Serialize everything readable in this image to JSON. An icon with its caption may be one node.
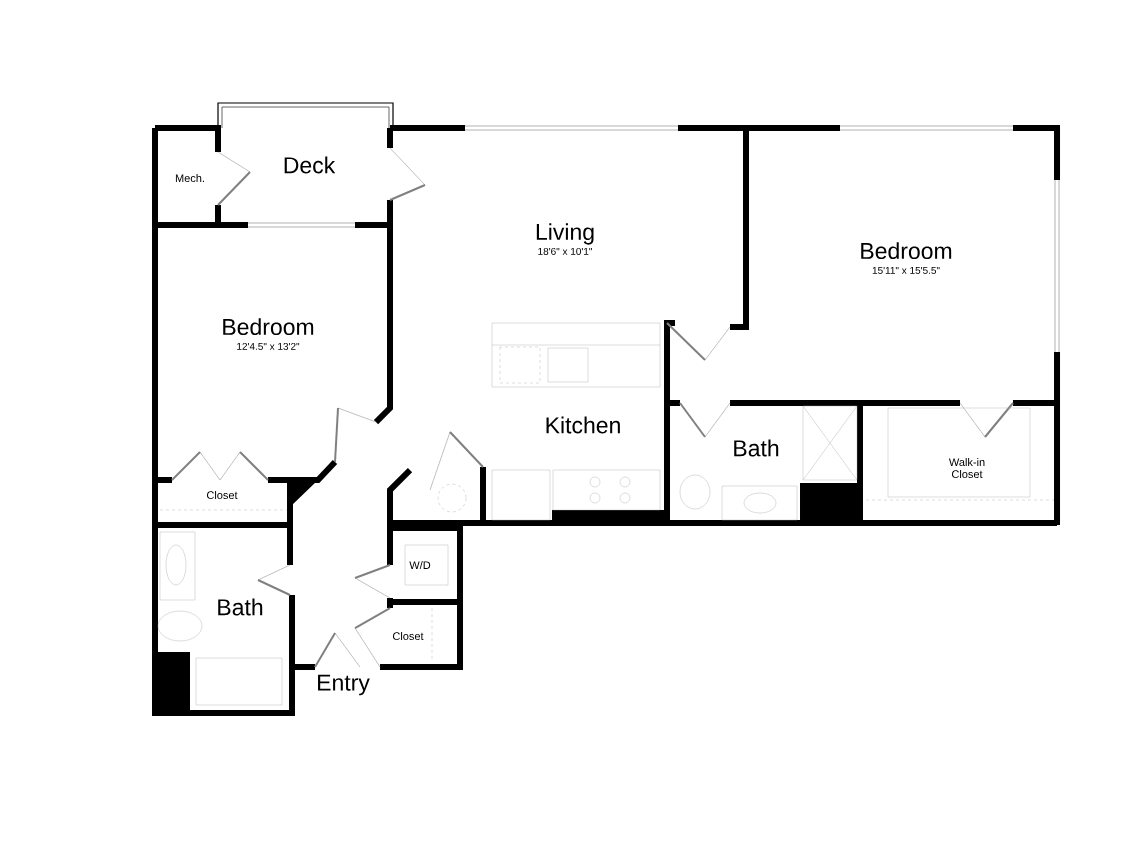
{
  "diagram": {
    "nodes": [
      {
        "text": [
          "Deck"
        ]
      },
      {
        "text": [
          "Mech."
        ]
      },
      {
        "text": [
          "Living",
          "18'6\" x 10'1\""
        ]
      },
      {
        "text": [
          "Bedroom",
          "15'11\" x 15'5.5\""
        ]
      },
      {
        "text": [
          "Bedroom",
          "12'4.5\" x 13'2\""
        ]
      },
      {
        "text": [
          "Kitchen"
        ]
      },
      {
        "text": [
          "Bath"
        ]
      },
      {
        "text": [
          "Walk-in Closet"
        ]
      },
      {
        "text": [
          "Closet"
        ]
      },
      {
        "text": [
          "Bath"
        ]
      },
      {
        "text": [
          "W/D"
        ]
      },
      {
        "text": [
          "Closet"
        ]
      },
      {
        "text": [
          "Entry"
        ]
      }
    ]
  }
}
